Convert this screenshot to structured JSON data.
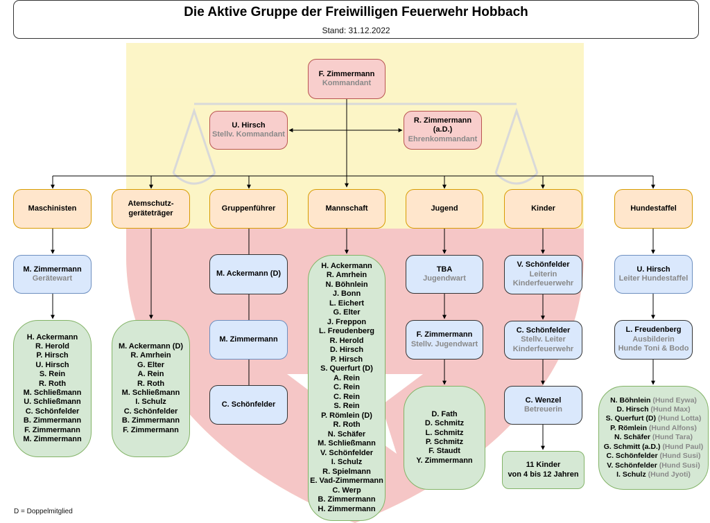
{
  "header": {
    "title": "Die Aktive Gruppe der Freiwilligen Feuerwehr Hobbach",
    "subtitle": "Stand: 31.12.2022"
  },
  "colors": {
    "pink_fill": "#f8cecc",
    "pink_border": "#b85450",
    "orange_fill": "#ffe6cc",
    "orange_border": "#d79b00",
    "blue_fill": "#dae8fc",
    "blue_border": "#6c8ebf",
    "green_fill": "#d5e8d4",
    "green_border": "#82b366"
  },
  "leadership": {
    "commander": {
      "name": "F. Zimmermann",
      "role": "Kommandant"
    },
    "deputy": {
      "name": "U. Hirsch",
      "role": "Stellv. Kommandant"
    },
    "honorary": {
      "name_line1": "R. Zimmermann",
      "name_line2": "(a.D.)",
      "role": "Ehrenkommandant"
    }
  },
  "groups": {
    "maschinisten": {
      "label": "Maschinisten",
      "lead": {
        "name": "M. Zimmermann",
        "role": "Gerätewart"
      },
      "members": [
        "H. Ackermann",
        "R. Herold",
        "P. Hirsch",
        "U. Hirsch",
        "S. Rein",
        "R. Roth",
        "M. Schließmann",
        "U. Schließmann",
        "C. Schönfelder",
        "B. Zimmermann",
        "F. Zimmermann",
        "M. Zimmermann"
      ]
    },
    "atemschutz": {
      "label_line1": "Atemschutz-",
      "label_line2": "geräteträger",
      "members": [
        "M. Ackermann (D)",
        "R. Amrhein",
        "G. Elter",
        "A. Rein",
        "R. Roth",
        "M. Schließmann",
        "I. Schulz",
        "C. Schönfelder",
        "B. Zimmermann",
        "F. Zimmermann"
      ]
    },
    "gruppenfuehrer": {
      "label": "Gruppenführer",
      "people": [
        "M. Ackermann (D)",
        "M. Zimmermann",
        "C. Schönfelder"
      ]
    },
    "mannschaft": {
      "label": "Mannschaft",
      "members": [
        "H. Ackermann",
        "R. Amrhein",
        "N. Böhnlein",
        "J. Bonn",
        "L. Eichert",
        "G. Elter",
        "J. Freppon",
        "L. Freudenberg",
        "R. Herold",
        "D. Hirsch",
        "P. Hirsch",
        "S. Querfurt (D)",
        "A. Rein",
        "C. Rein",
        "C. Rein",
        "S. Rein",
        "P. Römlein (D)",
        "R. Roth",
        "N. Schäfer",
        "M. Schließmann",
        "V. Schönfelder",
        "I. Schulz",
        "R. Spielmann",
        "E. Vad-Zimmermann",
        "C. Werp",
        "B. Zimmermann",
        "H. Zimmermann"
      ]
    },
    "jugend": {
      "label": "Jugend",
      "lead": {
        "name": "TBA",
        "role": "Jugendwart"
      },
      "deputy": {
        "name": "F. Zimmermann",
        "role": "Stellv. Jugendwart"
      },
      "members": [
        "D. Fath",
        "D. Schmitz",
        "L. Schmitz",
        "P. Schmitz",
        "F. Staudt",
        "Y. Zimmermann"
      ]
    },
    "kinder": {
      "label": "Kinder",
      "lead": {
        "name": "V. Schönfelder",
        "role_line1": "Leiterin",
        "role_line2": "Kinderfeuerwehr"
      },
      "deputy": {
        "name": "C. Schönfelder",
        "role_line1": "Stellv. Leiter",
        "role_line2": "Kinderfeuerwehr"
      },
      "helper": {
        "name": "C. Wenzel",
        "role": "Betreuerin"
      },
      "count_line1": "11 Kinder",
      "count_line2": "von 4 bis 12 Jahren"
    },
    "hundestaffel": {
      "label": "Hundestaffel",
      "lead": {
        "name": "U. Hirsch",
        "role": "Leiter Hundestaffel"
      },
      "trainer": {
        "name": "L. Freudenberg",
        "role_line1": "Ausbilderin",
        "role_line2": "Hunde Toni & Bodo"
      },
      "members": [
        {
          "name": "N. Böhnlein",
          "dog": "(Hund Eywa)"
        },
        {
          "name": "D. Hirsch",
          "dog": "(Hund Max)"
        },
        {
          "name": "S. Querfurt (D)",
          "dog": "(Hund Lotta)"
        },
        {
          "name": "P. Römlein",
          "dog": "(Hund Alfons)"
        },
        {
          "name": "N. Schäfer",
          "dog": "(Hund Tara)"
        },
        {
          "name": "G. Schmitt (a.D.)",
          "dog": "(Hund Paul)"
        },
        {
          "name": "C. Schönfelder",
          "dog": "(Hund Susi)"
        },
        {
          "name": "V. Schönfelder",
          "dog": "(Hund Susi)"
        },
        {
          "name": "I. Schulz",
          "dog": "(Hund Jyoti)"
        }
      ]
    }
  },
  "footnote": "D = Doppelmitglied"
}
